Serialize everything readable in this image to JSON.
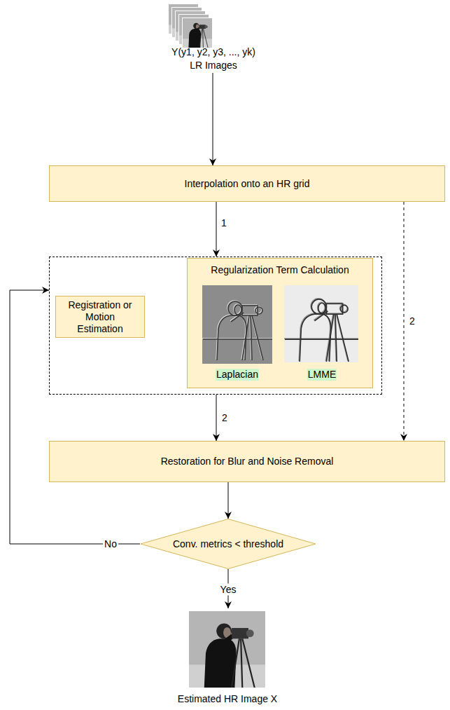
{
  "diagram": {
    "nodes": [
      {
        "text": [
          "Y(y1, y2, y3, ..., yk)",
          "LR Images"
        ]
      },
      {
        "text": [
          "Interpolation onto an HR grid"
        ]
      },
      {
        "text": []
      },
      {
        "text": [
          "Registration or Motion Estimation"
        ],
        "in": 2
      },
      {
        "text": [
          "Regularization Term Calculation"
        ],
        "in": 2
      },
      {
        "text": [
          "Restoration for Blur and Noise Removal"
        ]
      },
      {
        "text": [
          "Conv. metrics < threshold"
        ]
      },
      {
        "text": [
          "Estimated HR Image X"
        ]
      }
    ],
    "edges": [
      {
        "from": 0,
        "to": 1,
        "arrow": "to"
      },
      {
        "from": 1,
        "to": 2,
        "label": "1",
        "arrow": "to"
      },
      {
        "from": 2,
        "to": 5,
        "label": "2",
        "arrow": "to"
      },
      {
        "from": 1,
        "to": 5,
        "label": "2",
        "arrow": "to"
      },
      {
        "from": 5,
        "to": 6,
        "arrow": "to"
      },
      {
        "from": 6,
        "to": 2,
        "label": "No",
        "arrow": "to"
      },
      {
        "from": 6,
        "to": 7,
        "label": "Yes",
        "arrow": "to"
      }
    ],
    "labels": [
      "Laplacian",
      "LMME"
    ]
  }
}
